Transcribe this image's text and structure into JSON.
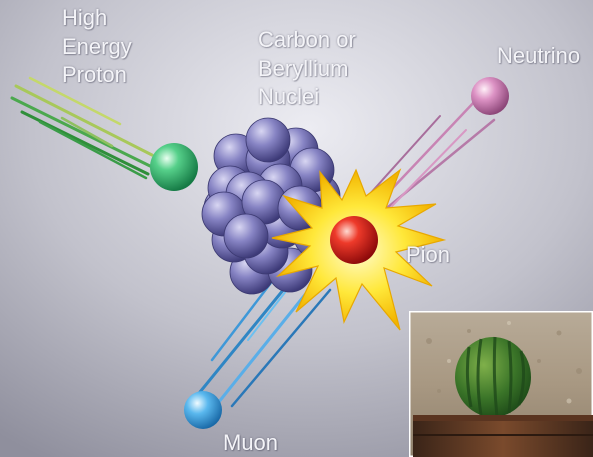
{
  "labels": {
    "high_energy_proton": [
      "High",
      "Energy",
      "Proton"
    ],
    "nuclei": [
      "Carbon or",
      "Beryllium",
      "Nuclei"
    ],
    "neutrino": "Neutrino",
    "pion": "Pion",
    "muon": "Muon"
  },
  "particles": {
    "proton": {
      "name": "High Energy Proton",
      "color": "#3cb873"
    },
    "nucleus": {
      "name": "Carbon or Beryllium Nuclei",
      "color": "#8a86c6"
    },
    "pion": {
      "name": "Pion",
      "color": "#e0201c"
    },
    "neutrino": {
      "name": "Neutrino",
      "color": "#d98cc0"
    },
    "muon": {
      "name": "Muon",
      "color": "#4aaee8"
    }
  },
  "collision_burst_colors": [
    "#ffe83a",
    "#f0b400"
  ],
  "background_colors": [
    "#e7e7ee",
    "#8d8d9d"
  ],
  "photo_inset": {
    "subject": "watermelon on a barrel",
    "icon": "watermelon-photo"
  }
}
